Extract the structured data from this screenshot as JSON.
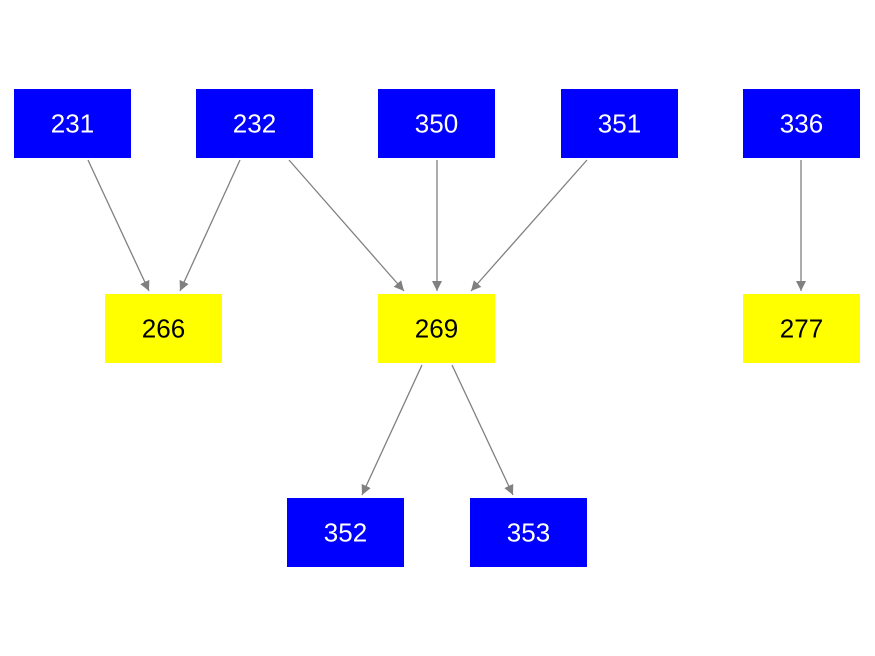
{
  "colors": {
    "source": "#0000ff",
    "intermediate": "#ffff00",
    "edge": "#808080",
    "source_text": "#ffffff",
    "intermediate_text": "#000000",
    "background": "#ffffff"
  },
  "nodes": [
    {
      "id": "231",
      "label": "231",
      "kind": "source"
    },
    {
      "id": "232",
      "label": "232",
      "kind": "source"
    },
    {
      "id": "350",
      "label": "350",
      "kind": "source"
    },
    {
      "id": "351",
      "label": "351",
      "kind": "source"
    },
    {
      "id": "336",
      "label": "336",
      "kind": "source"
    },
    {
      "id": "266",
      "label": "266",
      "kind": "intermediate"
    },
    {
      "id": "269",
      "label": "269",
      "kind": "intermediate"
    },
    {
      "id": "277",
      "label": "277",
      "kind": "intermediate"
    },
    {
      "id": "352",
      "label": "352",
      "kind": "source"
    },
    {
      "id": "353",
      "label": "353",
      "kind": "source"
    }
  ],
  "edges": [
    {
      "from": "231",
      "to": "266"
    },
    {
      "from": "232",
      "to": "266"
    },
    {
      "from": "232",
      "to": "269"
    },
    {
      "from": "350",
      "to": "269"
    },
    {
      "from": "351",
      "to": "269"
    },
    {
      "from": "336",
      "to": "277"
    },
    {
      "from": "269",
      "to": "352"
    },
    {
      "from": "269",
      "to": "353"
    }
  ]
}
